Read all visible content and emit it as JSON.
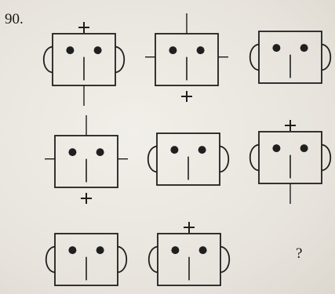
{
  "question_number": "90.",
  "missing_figure_mark": "?",
  "ink_color": "#1f1f1f",
  "figures": [
    {
      "id": "r1c1",
      "ears": [
        "left",
        "right"
      ],
      "plus": "top",
      "line_top": false,
      "line_bottom": true,
      "line_left": false,
      "line_right": false
    },
    {
      "id": "r1c2",
      "ears": [],
      "plus": "bottom",
      "line_top": true,
      "line_bottom": false,
      "line_left": true,
      "line_right": true
    },
    {
      "id": "r1c3",
      "ears": [
        "left",
        "right"
      ],
      "plus": "none",
      "line_top": false,
      "line_bottom": false,
      "line_left": false,
      "line_right": false
    },
    {
      "id": "r2c1",
      "ears": [],
      "plus": "bottom",
      "line_top": true,
      "line_bottom": false,
      "line_left": true,
      "line_right": true
    },
    {
      "id": "r2c2",
      "ears": [
        "left",
        "right"
      ],
      "plus": "none",
      "line_top": false,
      "line_bottom": false,
      "line_left": false,
      "line_right": false
    },
    {
      "id": "r2c3",
      "ears": [
        "left",
        "right"
      ],
      "plus": "top",
      "line_top": false,
      "line_bottom": true,
      "line_left": false,
      "line_right": false
    },
    {
      "id": "r3c1",
      "ears": [
        "left",
        "right"
      ],
      "plus": "none",
      "line_top": false,
      "line_bottom": false,
      "line_left": false,
      "line_right": false
    },
    {
      "id": "r3c2",
      "ears": [
        "left",
        "right"
      ],
      "plus": "top",
      "line_top": false,
      "line_bottom": false,
      "line_left": false,
      "line_right": false
    }
  ]
}
